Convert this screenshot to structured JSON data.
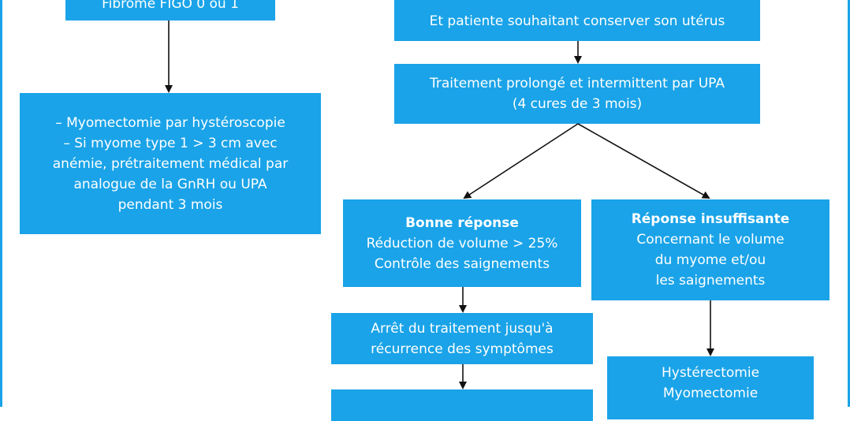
{
  "nodes": {
    "fibrome": {
      "lines": [
        "Fibrome FIGO 0 ou 1"
      ]
    },
    "patiente": {
      "lines": [
        "Et patiente souhaitant conserver son utérus"
      ]
    },
    "myomectomie_hysteroscopie": {
      "lines": [
        "– Myomectomie par hystéroscopie",
        "– Si myome type 1 > 3 cm avec",
        "anémie, prétraitement médical par",
        "analogue de la GnRH ou UPA",
        "pendant 3 mois"
      ]
    },
    "traitement_upa": {
      "lines": [
        "Traitement prolongé et intermittent par UPA",
        "(4 cures de 3 mois)"
      ]
    },
    "bonne_reponse": {
      "title": "Bonne réponse",
      "lines": [
        "Réduction de volume > 25%",
        "Contrôle des saignements"
      ]
    },
    "reponse_insuffisante": {
      "title": "Réponse insuffisante",
      "lines": [
        "Concernant le volume",
        "du myome et/ou",
        "les saignements"
      ]
    },
    "arret_traitement": {
      "lines": [
        "Arrêt du traitement jusqu'à",
        "récurrence des symptômes"
      ]
    },
    "hysterectomie": {
      "lines": [
        "Hystérectomie",
        "Myomectomie"
      ]
    },
    "bottom_box": {
      "lines": []
    }
  },
  "colors": {
    "box_fill": "#1aa3e8",
    "box_text": "#ffffff",
    "arrow": "#111111"
  }
}
